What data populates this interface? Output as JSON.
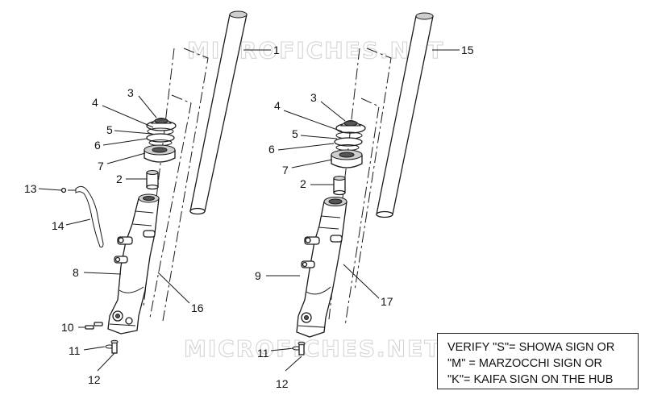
{
  "watermark": {
    "top": "MICROFICHES.NET",
    "bottom": "MICROFICHES.NET"
  },
  "callouts": {
    "1": "1",
    "2": "2",
    "3": "3",
    "4": "4",
    "5": "5",
    "6": "6",
    "7": "7",
    "8": "8",
    "10": "10",
    "11": "11",
    "12": "12",
    "13": "13",
    "14": "14",
    "16": "16",
    "r2": "2",
    "r3": "3",
    "r4": "4",
    "r5": "5",
    "r6": "6",
    "r7": "7",
    "9": "9",
    "r11": "11",
    "r12": "12",
    "15": "15",
    "17": "17"
  },
  "note": {
    "line1": "VERIFY \"S\"= SHOWA SIGN OR",
    "line2": "\"M\" = MARZOCCHI SIGN OR",
    "line3": "\"K\"= KAIFA SIGN ON THE HUB"
  }
}
